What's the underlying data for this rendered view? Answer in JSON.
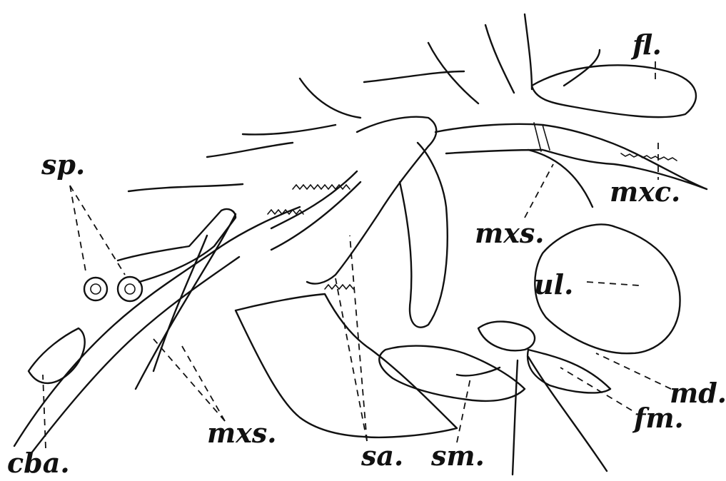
{
  "labels": {
    "fl": "fl.",
    "sp": "sp.",
    "mxc": "mxc.",
    "mxs_upper": "mxs.",
    "ul": "ul.",
    "md": "md.",
    "fm": "fm.",
    "cba": "cba.",
    "mxs_lower": "mxs.",
    "sa": "sa.",
    "sm": "sm."
  }
}
